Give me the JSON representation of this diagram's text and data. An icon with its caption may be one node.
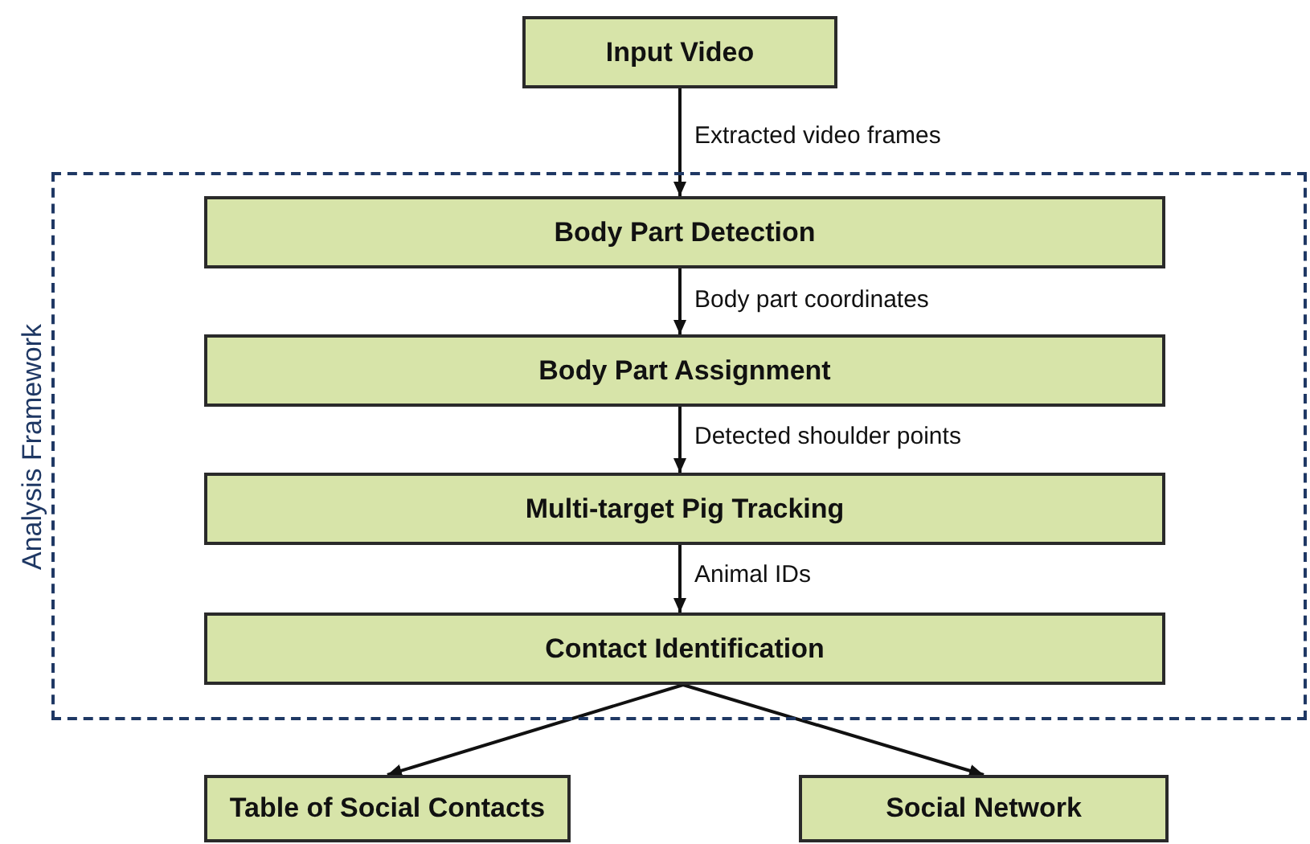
{
  "diagram": {
    "nodes": [
      {
        "text": [
          "Input Video"
        ]
      },
      {
        "text": [
          "Analysis Framework"
        ]
      },
      {
        "text": [
          "Body Part Detection"
        ],
        "in": 1
      },
      {
        "text": [
          "Body Part Assignment"
        ],
        "in": 1
      },
      {
        "text": [
          "Multi-target Pig Tracking"
        ],
        "in": 1
      },
      {
        "text": [
          "Contact Identification"
        ],
        "in": 1
      },
      {
        "text": [
          "Table of Social Contacts"
        ]
      },
      {
        "text": [
          "Social Network"
        ]
      }
    ],
    "edges": [
      {
        "from": 0,
        "to": 2,
        "arrow": "to",
        "label": "Extracted video frames"
      },
      {
        "from": 2,
        "to": 3,
        "arrow": "to",
        "label": "Body part coordinates"
      },
      {
        "from": 3,
        "to": 4,
        "arrow": "to",
        "label": "Detected shoulder points"
      },
      {
        "from": 4,
        "to": 5,
        "arrow": "to",
        "label": "Animal IDs"
      },
      {
        "from": 5,
        "to": 6,
        "arrow": "to"
      },
      {
        "from": 5,
        "to": 7,
        "arrow": "to"
      }
    ]
  }
}
